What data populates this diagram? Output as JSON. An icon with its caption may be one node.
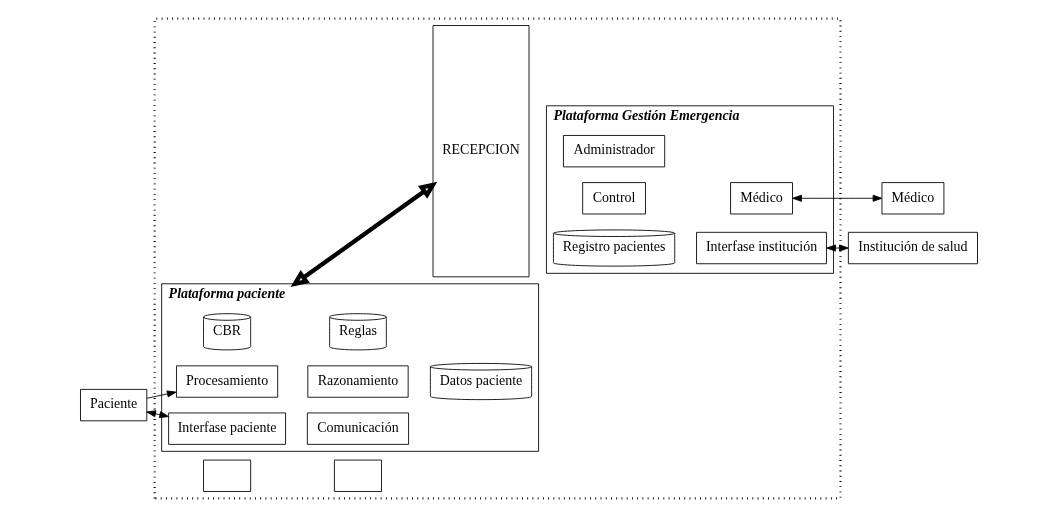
{
  "diagram": {
    "nodes": [
      {
        "text": [],
        "shape": "box"
      },
      {
        "text": [],
        "shape": "box",
        "in": 0
      },
      {
        "text": [],
        "shape": "box",
        "in": 0
      },
      {
        "text": [
          "Plataforma paciente"
        ],
        "in": 0
      },
      {
        "text": [
          "CBR"
        ],
        "in": 3
      },
      {
        "text": [
          "Reglas"
        ],
        "in": 3
      },
      {
        "text": [
          "Razonamiento"
        ],
        "in": 3
      },
      {
        "text": [
          "Procesamiento"
        ],
        "in": 3
      },
      {
        "text": [
          "Datos paciente"
        ],
        "in": 3
      },
      {
        "text": [
          "Interfase paciente"
        ],
        "in": 3
      },
      {
        "text": [
          "Comunicación"
        ],
        "in": 3
      },
      {
        "text": [
          "RECEPCION"
        ],
        "in": 0
      },
      {
        "text": [
          "Plataforma Gestión Emergencia"
        ],
        "in": 0
      },
      {
        "text": [
          "Administrador"
        ],
        "in": 12
      },
      {
        "text": [
          "Control"
        ],
        "in": 12
      },
      {
        "text": [
          "Registro pacientes"
        ],
        "in": 12
      },
      {
        "text": [
          "Médico"
        ],
        "in": 12
      },
      {
        "text": [
          "Interfase institución"
        ],
        "in": 12
      },
      {
        "text": [
          "Paciente"
        ]
      },
      {
        "text": [
          "Médico"
        ]
      },
      {
        "text": [
          "Institución de salud"
        ]
      }
    ],
    "edges": [
      {
        "from": 18,
        "to": 7,
        "arrow": "to"
      },
      {
        "from": 18,
        "to": 9,
        "arrow": "both"
      },
      {
        "from": 3,
        "to": 11,
        "arrow": "both",
        "style": "thick"
      },
      {
        "from": 16,
        "to": 19,
        "arrow": "both"
      },
      {
        "from": 17,
        "to": 20,
        "arrow": "both"
      }
    ]
  }
}
